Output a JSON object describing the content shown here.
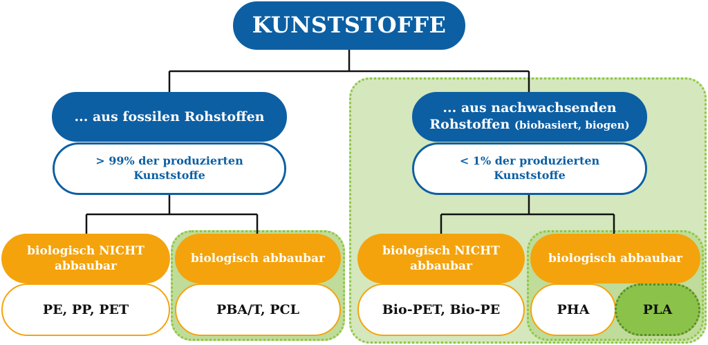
{
  "title": "KUNSTSTOFFE",
  "colors": {
    "blue": "#0d5fa3",
    "orange": "#f4a30c",
    "green_light": "#d4e7bd",
    "green_mid": "#bfdc9a",
    "green_dark": "#8bc34a",
    "dotted_border": "#8cc63f"
  },
  "left": {
    "origin": "... aus fossilen Rohstoffen",
    "share_line1": "> 99% der produzierten",
    "share_line2": "Kunststoffe",
    "not_bio": {
      "header_line1": "biologisch NICHT",
      "header_line2": "abbaubar",
      "examples": "PE, PP, PET"
    },
    "bio": {
      "header": "biologisch abbaubar",
      "examples": "PBA/T, PCL"
    }
  },
  "right": {
    "origin_line1": "... aus nachwachsenden",
    "origin_line2": "Rohstoffen",
    "origin_note": "(biobasiert, biogen)",
    "share_line1": "< 1% der produzierten",
    "share_line2": "Kunststoffe",
    "not_bio": {
      "header_line1": "biologisch NICHT",
      "header_line2": "abbaubar",
      "examples": "Bio-PET, Bio-PE"
    },
    "bio": {
      "header": "biologisch abbaubar",
      "example1": "PHA",
      "example2": "PLA"
    }
  }
}
